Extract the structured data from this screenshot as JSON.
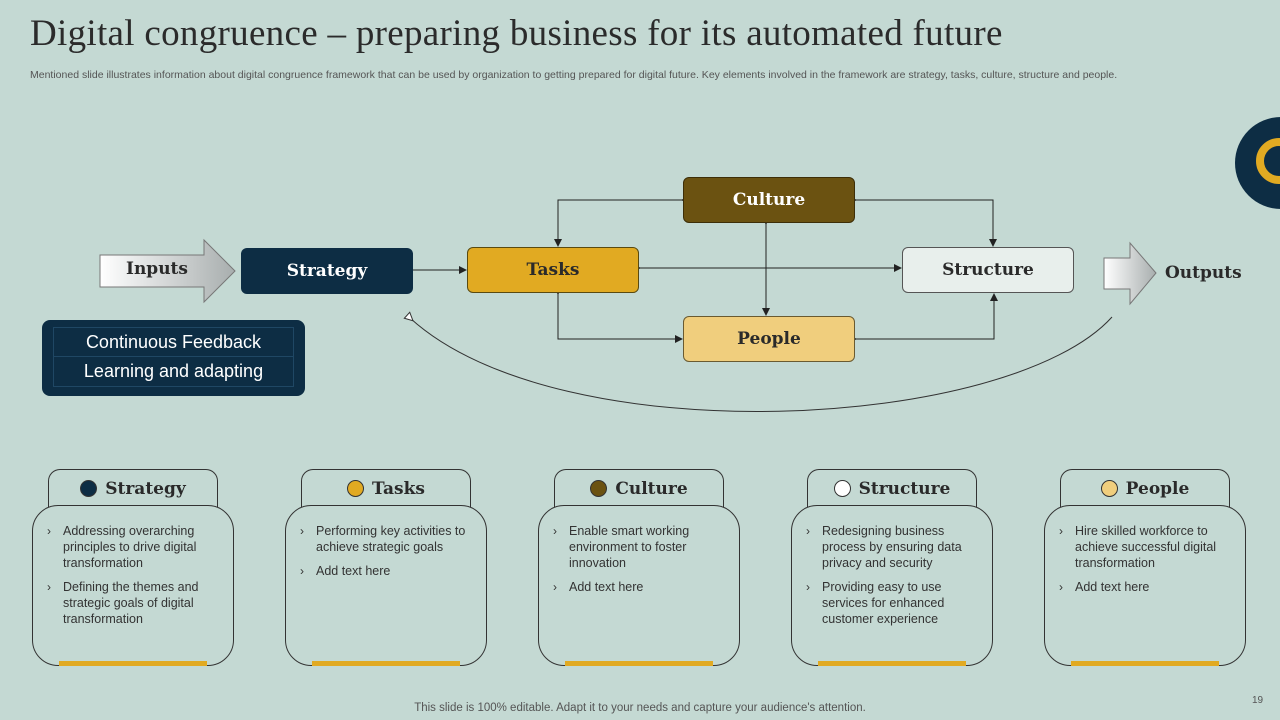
{
  "title": "Digital congruence – preparing business for its automated future",
  "subtitle": "Mentioned slide illustrates information about digital congruence framework that can be used by organization to getting prepared for digital future. Key elements involved in the framework are strategy, tasks, culture, structure and people.",
  "diagram": {
    "inputs_label": "Inputs",
    "outputs_label": "Outputs",
    "nodes": {
      "strategy": "Strategy",
      "tasks": "Tasks",
      "culture": "Culture",
      "people": "People",
      "structure": "Structure"
    },
    "feedback": [
      "Continuous Feedback",
      "Learning and adapting"
    ]
  },
  "cards": [
    {
      "title": "Strategy",
      "dot_color": "#0d2d44",
      "bullets": [
        "Addressing overarching principles to drive digital transformation",
        "Defining the themes and strategic goals of digital transformation"
      ]
    },
    {
      "title": "Tasks",
      "dot_color": "#e1aa22",
      "bullets": [
        "Performing  key activities to achieve strategic goals",
        "Add text here"
      ]
    },
    {
      "title": "Culture",
      "dot_color": "#6b5211",
      "bullets": [
        "Enable smart working environment  to foster innovation",
        "Add text here"
      ]
    },
    {
      "title": "Structure",
      "dot_color": "#ffffff",
      "bullets": [
        "Redesigning business process by ensuring data privacy  and security",
        "Providing  easy to use services for enhanced customer experience"
      ]
    },
    {
      "title": "People",
      "dot_color": "#f0ce7d",
      "bullets": [
        "Hire skilled workforce to achieve successful digital transformation",
        "Add text here"
      ]
    }
  ],
  "footer": "This slide is 100% editable. Adapt it to your needs and capture your audience's attention.",
  "page_number": "19",
  "colors": {
    "background": "#c4d9d3",
    "navy": "#0d2d44",
    "gold": "#e1aa22",
    "brown": "#6b5211",
    "light_gold": "#f0ce7d",
    "structure_fill": "#e8efec"
  }
}
